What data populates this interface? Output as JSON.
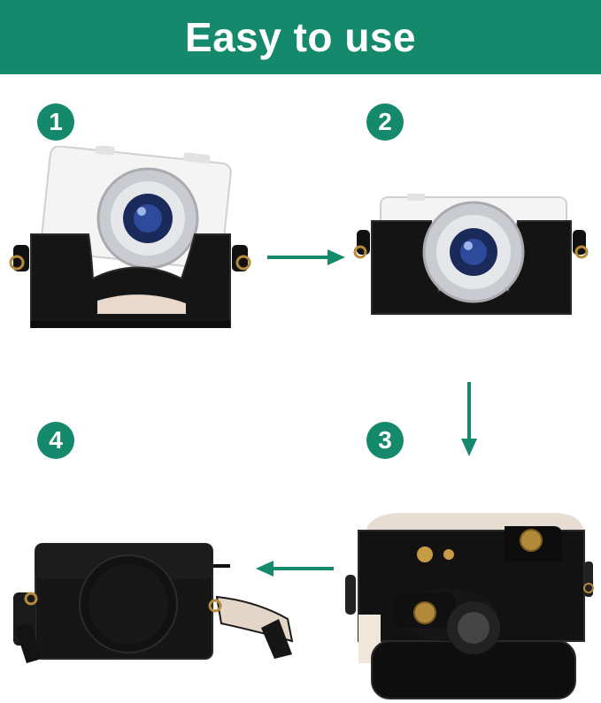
{
  "banner": {
    "title": "Easy to use",
    "color": "#14896c"
  },
  "steps": [
    {
      "number": "1"
    },
    {
      "number": "2"
    },
    {
      "number": "3"
    },
    {
      "number": "4"
    }
  ],
  "icons": [
    "arrow-right-icon",
    "arrow-down-icon",
    "arrow-left-icon"
  ]
}
